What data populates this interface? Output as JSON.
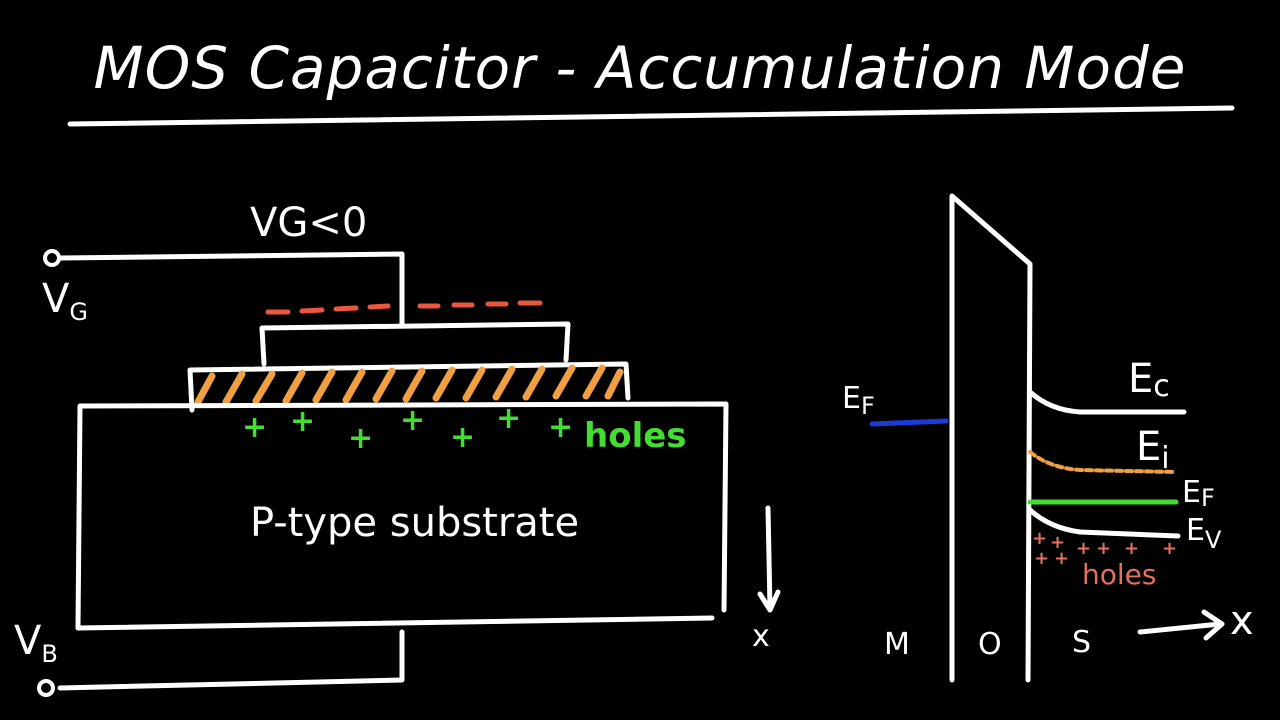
{
  "title": "MOS Capacitor - Accumulation Mode",
  "colors": {
    "background": "#000000",
    "ink": "#ffffff",
    "negative_charge": "#e8583e",
    "oxide": "#f0a040",
    "holes": "#44dd33",
    "metal_fermi": "#1a3cd6",
    "band_holes": "#e07060"
  },
  "left": {
    "gate_condition": "VG<0",
    "gate_terminal": {
      "main": "V",
      "sub": "G"
    },
    "body_terminal": {
      "main": "V",
      "sub": "B"
    },
    "holes_label": "holes",
    "substrate_label": "P-type substrate",
    "x_axis_label": "x",
    "plus_symbol": "+"
  },
  "right": {
    "regions": [
      "M",
      "O",
      "S"
    ],
    "metal_fermi": {
      "main": "E",
      "sub": "F"
    },
    "ec": {
      "main": "E",
      "sub": "c"
    },
    "ei": {
      "main": "E",
      "sub": "i"
    },
    "ef": {
      "main": "E",
      "sub": "F"
    },
    "ev": {
      "main": "E",
      "sub": "V"
    },
    "holes_label": "holes",
    "x_axis_label": "x",
    "plus_symbol": "+"
  }
}
